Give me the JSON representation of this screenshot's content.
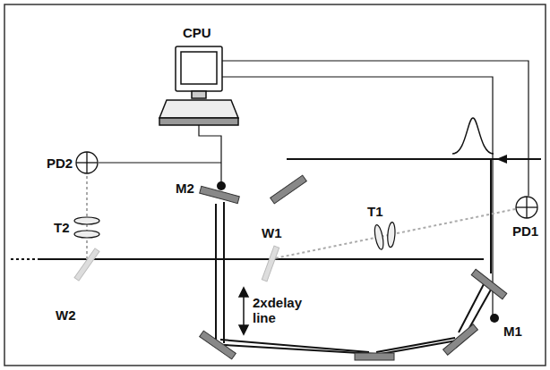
{
  "diagram": {
    "labels": [
      "CPU",
      "PD2",
      "PD1",
      "M2",
      "W1",
      "T1",
      "M1",
      "2xdelay line",
      "T2",
      "W2"
    ]
  }
}
